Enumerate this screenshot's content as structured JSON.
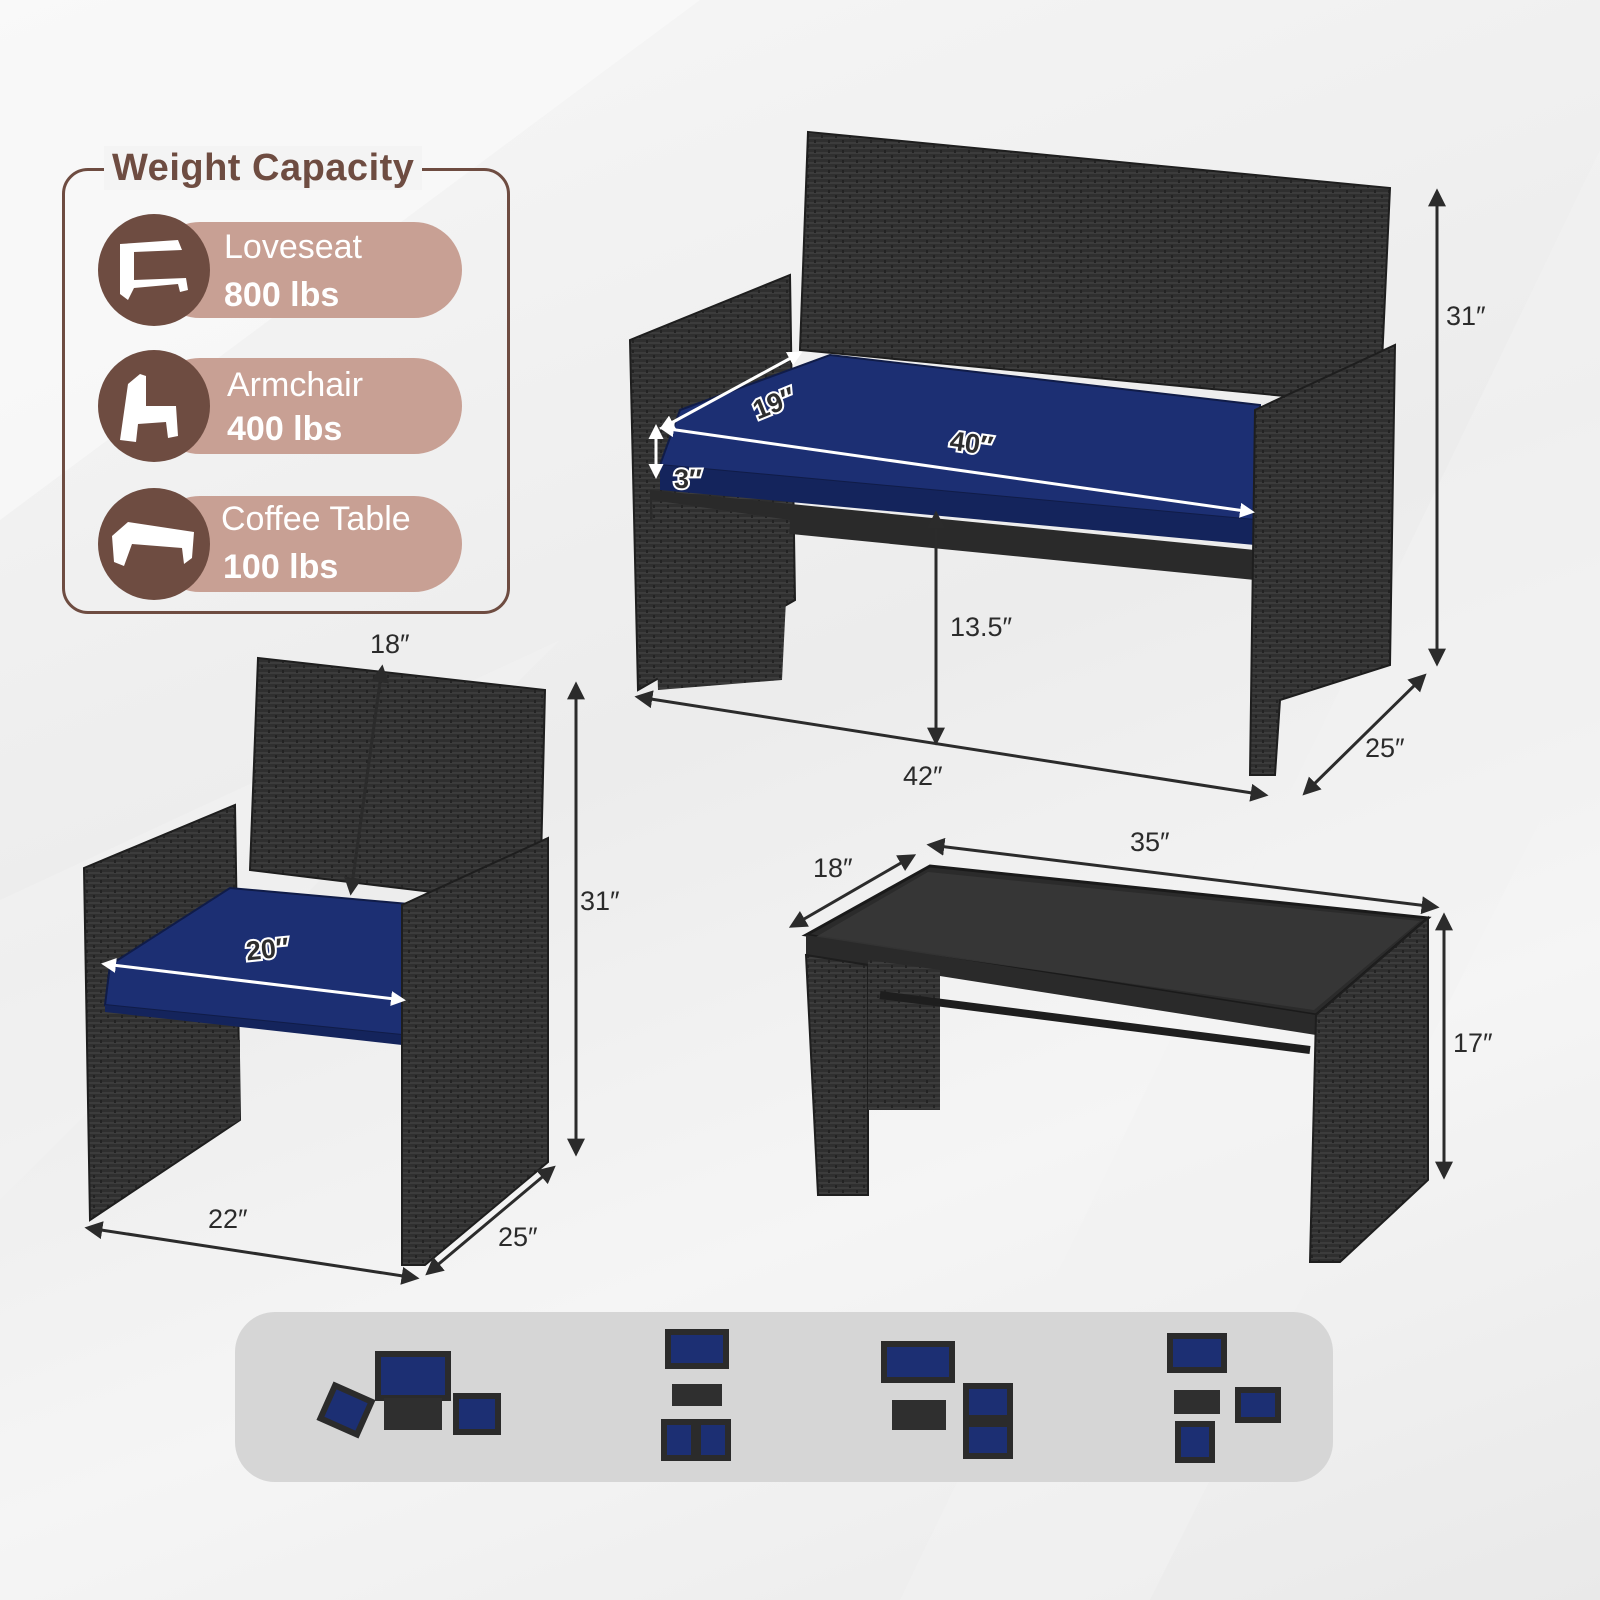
{
  "weight_capacity": {
    "title": "Weight Capacity",
    "items": [
      {
        "name": "Loveseat",
        "weight": "800 lbs",
        "icon": "loveseat-icon"
      },
      {
        "name": "Armchair",
        "weight": "400 lbs",
        "icon": "armchair-icon"
      },
      {
        "name": "Coffee Table",
        "weight": "100 lbs",
        "icon": "coffee-table-icon"
      }
    ]
  },
  "loveseat_dims": {
    "height": "31″",
    "depth": "25″",
    "width": "42″",
    "seat_height": "13.5″",
    "cushion_width": "40″",
    "cushion_depth": "19″",
    "cushion_thickness": "3″"
  },
  "armchair_dims": {
    "back_height": "18″",
    "height": "31″",
    "seat_width": "20″",
    "width": "22″",
    "depth": "25″"
  },
  "table_dims": {
    "depth": "18″",
    "width": "35″",
    "height": "17″"
  },
  "colors": {
    "brown": "#6e4c41",
    "pill": "#c8a094",
    "wicker": "#2e2e2e",
    "cushion": "#1b2f72"
  }
}
